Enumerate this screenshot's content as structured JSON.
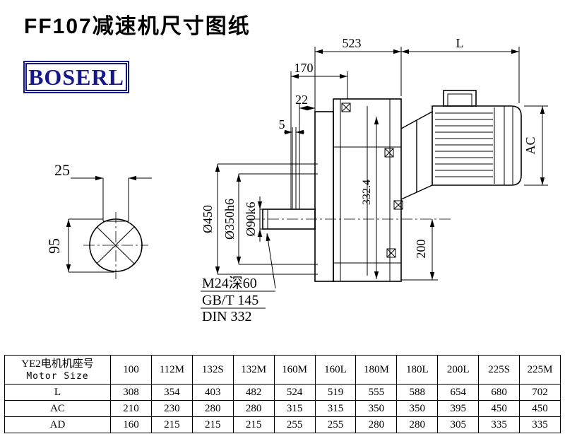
{
  "page": {
    "title": "FF107减速机尺寸图纸",
    "brand": "BOSERL"
  },
  "drawing": {
    "dim_523": "523",
    "dim_L": "L",
    "dim_170": "170",
    "dim_22": "22",
    "dim_5": "5",
    "dim_ac": "AC",
    "dim_332": "332.4",
    "dim_200": "200",
    "dia_450": "Ø450",
    "dia_350": "Ø350h6",
    "dia_90": "Ø90k6",
    "key_width": "25",
    "key_height": "95",
    "note_thread": "M24深60",
    "note_gbt": "GB/T 145",
    "note_din": "DIN 332"
  },
  "table": {
    "header_cn": "YE2电机机座号",
    "header_en": "Motor Size",
    "sizes": [
      "100",
      "112M",
      "132S",
      "132M",
      "160M",
      "160L",
      "180M",
      "180L",
      "200L",
      "225S",
      "225M"
    ],
    "rows": [
      {
        "label": "L",
        "values": [
          "308",
          "354",
          "403",
          "482",
          "524",
          "519",
          "555",
          "588",
          "654",
          "680",
          "702"
        ]
      },
      {
        "label": "AC",
        "values": [
          "210",
          "230",
          "280",
          "280",
          "315",
          "315",
          "350",
          "350",
          "395",
          "450",
          "450"
        ]
      },
      {
        "label": "AD",
        "values": [
          "160",
          "215",
          "215",
          "215",
          "255",
          "255",
          "280",
          "280",
          "305",
          "335",
          "335"
        ]
      }
    ]
  }
}
